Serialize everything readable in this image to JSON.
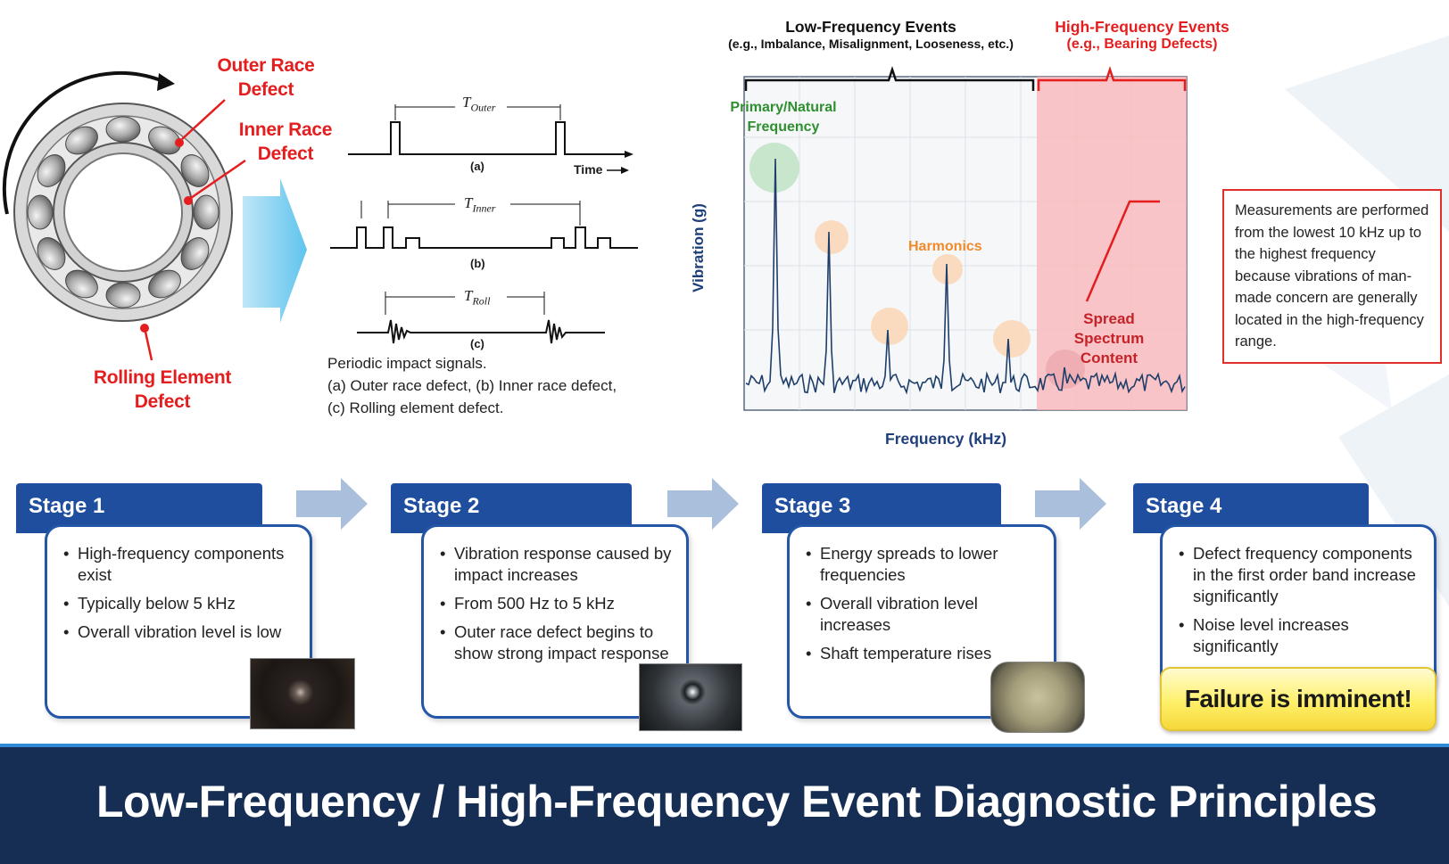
{
  "bearing": {
    "outer_race_label_1": "Outer Race",
    "outer_race_label_2": "Defect",
    "inner_race_label_1": "Inner Race",
    "inner_race_label_2": "Defect",
    "rolling_label_1": "Rolling Element",
    "rolling_label_2": "Defect"
  },
  "signals": {
    "t_outer": "T",
    "t_outer_sub": "Outer",
    "t_inner": "T",
    "t_inner_sub": "Inner",
    "t_roll": "T",
    "t_roll_sub": "Roll",
    "label_a": "(a)",
    "label_b": "(b)",
    "label_c": "(c)",
    "time_label": "Time",
    "caption_1": "Periodic impact signals.",
    "caption_2": "(a) Outer race defect, (b) Inner race defect,",
    "caption_3": "(c) Rolling element defect."
  },
  "spectrum": {
    "low_title": "Low-Frequency Events",
    "low_sub": "(e.g., Imbalance, Misalignment, Looseness, etc.)",
    "high_title": "High-Frequency Events",
    "high_sub": "(e.g., Bearing Defects)",
    "primary_1": "Primary/Natural",
    "primary_2": "Frequency",
    "harmonics": "Harmonics",
    "spread_1": "Spread",
    "spread_2": "Spectrum",
    "spread_3": "Content",
    "y_label": "Vibration (g)",
    "x_label": "Frequency (kHz)",
    "note": "Measurements are performed from the lowest 10 kHz up to the highest frequency because vibrations of man-made concern are generally located in the high-frequency range."
  },
  "stages": [
    {
      "title": "Stage 1",
      "bullets": [
        "High-frequency components exist",
        "Typically below 5 kHz",
        "Overall vibration level is low"
      ]
    },
    {
      "title": "Stage 2",
      "bullets": [
        "Vibration response caused by impact increases",
        "From 500 Hz to 5 kHz",
        "Outer race defect begins to show strong impact response"
      ]
    },
    {
      "title": "Stage 3",
      "bullets": [
        "Energy spreads to lower frequencies",
        "Overall vibration level increases",
        "Shaft temperature rises"
      ]
    },
    {
      "title": "Stage 4",
      "bullets": [
        "Defect frequency components in the first order band increase significantly",
        "Noise level increases significantly"
      ]
    }
  ],
  "failure_text": "Failure is imminent!",
  "banner_title": "Low-Frequency / High-Frequency Event Diagnostic Principles",
  "colors": {
    "accent_red": "#e41e1e",
    "stage_blue": "#1f4e9e",
    "banner_navy": "#162e54",
    "primary_green": "#2f8f2f",
    "harmonics_orange": "#f08a2a"
  }
}
